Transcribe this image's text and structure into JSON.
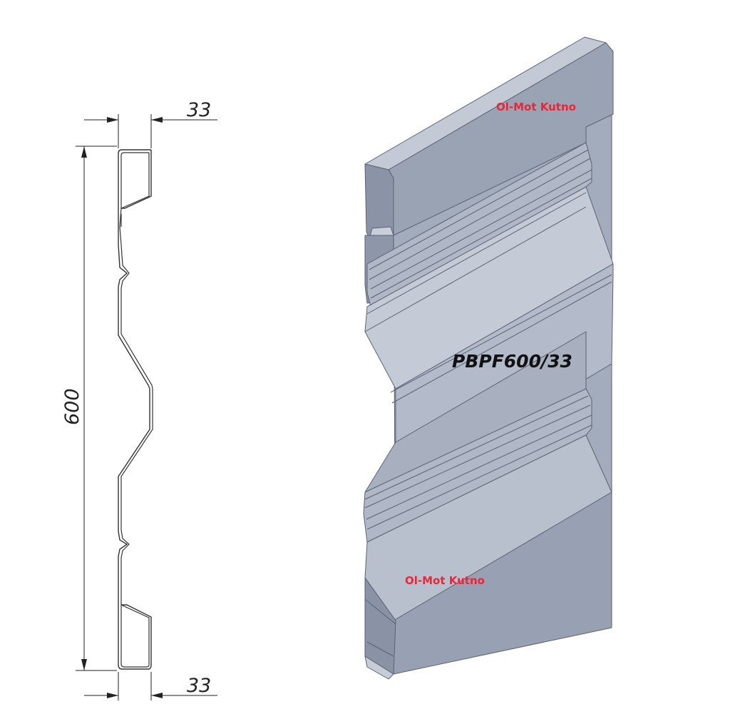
{
  "drawing": {
    "dimensions": {
      "top_width": "33",
      "bottom_width": "33",
      "height": "600"
    },
    "labels": {
      "brand_top": "Ol-Mot Kutno",
      "brand_bottom": "Ol-Mot Kutno",
      "model": "PBPF600/33"
    },
    "colors": {
      "steel_light": "#b4bccb",
      "steel_mid": "#9aa3b4",
      "steel_dark": "#7f889a",
      "edge": "#5b6272",
      "brand_text": "#e8273a"
    }
  }
}
